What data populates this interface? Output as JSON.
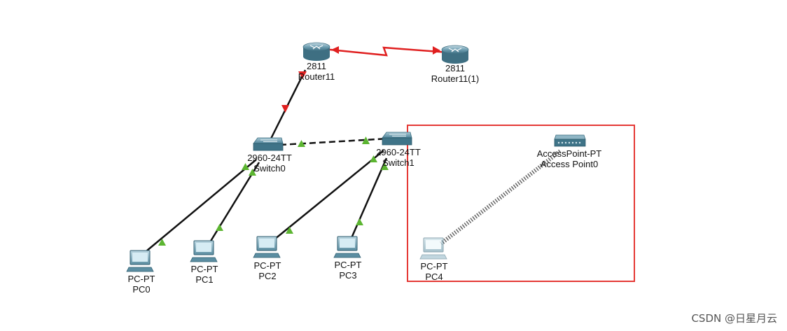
{
  "devices": {
    "router0": {
      "model": "2811",
      "name": "Router11"
    },
    "router1": {
      "model": "2811",
      "name": "Router11(1)"
    },
    "switch0": {
      "model": "2960-24TT",
      "name": "Switch0"
    },
    "switch1": {
      "model": "2960-24TT",
      "name": "Switch1"
    },
    "ap0": {
      "model": "AccessPoint-PT",
      "name": "Access Point0"
    },
    "pc0": {
      "model": "PC-PT",
      "name": "PC0"
    },
    "pc1": {
      "model": "PC-PT",
      "name": "PC1"
    },
    "pc2": {
      "model": "PC-PT",
      "name": "PC2"
    },
    "pc3": {
      "model": "PC-PT",
      "name": "PC3"
    },
    "pc4": {
      "model": "PC-PT",
      "name": "PC4"
    }
  },
  "colors": {
    "link_down": "#e02020",
    "link_up": "#5cb531",
    "highlight_box": "#e53935",
    "device": "#4a8aa0"
  },
  "watermark": "CSDN @日星月云"
}
